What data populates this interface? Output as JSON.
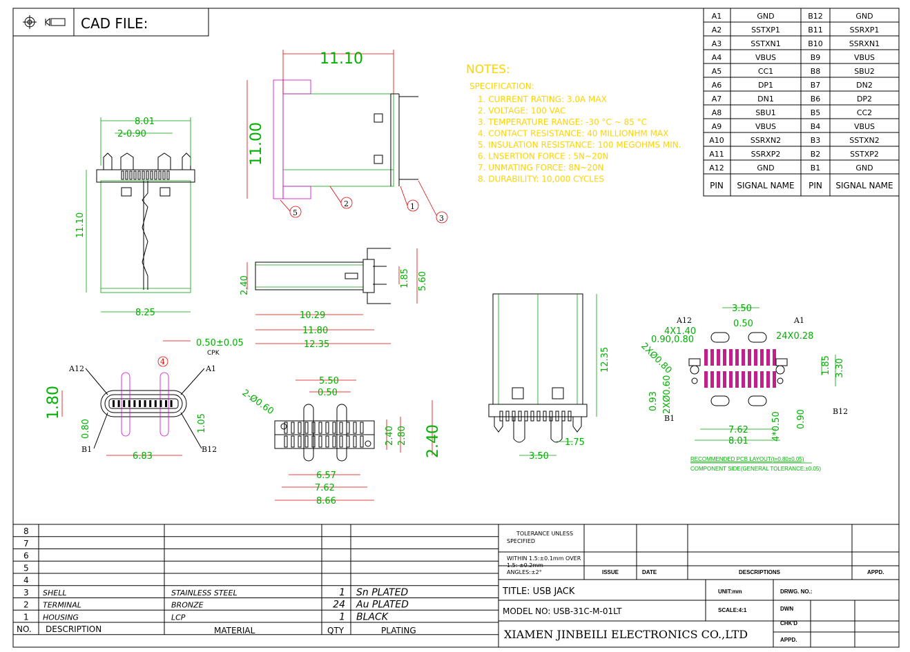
{
  "header": {
    "cad_label": "CAD FILE:",
    "icon_target": "crosshair-target-icon",
    "icon_projection": "projection-symbol-icon"
  },
  "notes": {
    "title": "NOTES:",
    "spec_heading": "SPECIFICATION:",
    "items": [
      "1. CURRENT RATING: 3.0A MAX",
      "2. VOLTAGE: 100 VAC",
      "3. TEMPERATURE RANGE: -30 °C ~ 85 °C",
      "4. CONTACT RESISTANCE: 40 MILLIONHM MAX",
      "5. INSULATION RESISTANCE: 100 MEGOHMS MIN.",
      "6. LNSERTION FORCE : 5N~20N",
      "7. UNMATING FORCE: 8N~20N",
      "8. DURABILITY:  10,000 CYCLES"
    ]
  },
  "pin_table": {
    "rows": [
      [
        "A1",
        "GND",
        "B12",
        "GND"
      ],
      [
        "A2",
        "SSTXP1",
        "B11",
        "SSRXP1"
      ],
      [
        "A3",
        "SSTXN1",
        "B10",
        "SSRXN1"
      ],
      [
        "A4",
        "VBUS",
        "B9",
        "VBUS"
      ],
      [
        "A5",
        "CC1",
        "B8",
        "SBU2"
      ],
      [
        "A6",
        "DP1",
        "B7",
        "DN2"
      ],
      [
        "A7",
        "DN1",
        "B6",
        "DP2"
      ],
      [
        "A8",
        "SBU1",
        "B5",
        "CC2"
      ],
      [
        "A9",
        "VBUS",
        "B4",
        "VBUS"
      ],
      [
        "A10",
        "SSRXN2",
        "B3",
        "SSTXN2"
      ],
      [
        "A11",
        "SSRXP2",
        "B2",
        "SSTXP2"
      ],
      [
        "A12",
        "GND",
        "B1",
        "GND"
      ]
    ],
    "header": [
      "PIN",
      "SIGNAL NAME",
      "PIN",
      "SIGNAL NAME"
    ]
  },
  "dims": {
    "v1_8_01": "8.01",
    "v1_2_090": "2-0.90",
    "v1_11_10": "11.10",
    "v1_8_25": "8.25",
    "v2_11_10": "11.10",
    "v2_11_00": "11.00",
    "v3_2_40": "2.40",
    "v3_1_85": "1.85",
    "v3_5_60": "5.60",
    "v3_10_29": "10.29",
    "v3_11_80": "11.80",
    "v3_12_35": "12.35",
    "v4_050": "0.50±0.05",
    "v4_cpk": "CPK",
    "v4_a12": "A12",
    "v4_a1": "A1",
    "v4_b1": "B1",
    "v4_b12": "B12",
    "v4_1_80": "1.80",
    "v4_080": "0.80",
    "v4_1_05": "1.05",
    "v4_6_83": "6.83",
    "v5_5_50": "5.50",
    "v5_050": "0.50",
    "v5_2060": "2-Ø0.60",
    "v5_2_40": "2.40",
    "v5_2_80": "2.80",
    "v5_2_40b": "2.40",
    "v5_6_57": "6.57",
    "v5_7_62": "7.62",
    "v5_8_66": "8.66",
    "v6_12_35": "12.35",
    "v6_1_75": "1.75",
    "v6_3_50": "3.50",
    "v7_3_50": "3.50",
    "v7_050": "0.50",
    "v7_a12": "A12",
    "v7_a1": "A1",
    "v7_4x140": "4X1.40",
    "v7_090_080": "0.90,0.80",
    "v7_24x": "24X0.28",
    "v7_2x080": "2XØ0.80",
    "v7_1_85": "1.85",
    "v7_3_30": "3.30",
    "v7_093": "0.93",
    "v7_2x060": "2XØ0.60",
    "v7_b1": "B1",
    "v7_b12": "B12",
    "v7_7_62": "7.62",
    "v7_8_01": "8.01",
    "v7_4x050": "4*0.50",
    "v7_090": "0.90"
  },
  "callouts": {
    "c1": "1",
    "c2": "2",
    "c3": "3",
    "c4": "4",
    "c5": "5"
  },
  "pcb_note": {
    "line1": "RECOMMENDED PCB LAYOUT(t=0.80±0.05)",
    "line2": "COMPONENT SIDE(GENERAL TOLERANCE:±0.05)"
  },
  "bom": {
    "rows": [
      {
        "no": "8",
        "desc": "",
        "mat": "",
        "qty": "",
        "plating": ""
      },
      {
        "no": "7",
        "desc": "",
        "mat": "",
        "qty": "",
        "plating": ""
      },
      {
        "no": "6",
        "desc": "",
        "mat": "",
        "qty": "",
        "plating": ""
      },
      {
        "no": "5",
        "desc": "",
        "mat": "",
        "qty": "",
        "plating": ""
      },
      {
        "no": "4",
        "desc": "",
        "mat": "",
        "qty": "",
        "plating": ""
      },
      {
        "no": "3",
        "desc": "SHELL",
        "mat": "STAINLESS STEEL",
        "qty": "1",
        "plating": "Sn PLATED"
      },
      {
        "no": "2",
        "desc": "TERMINAL",
        "mat": "BRONZE",
        "qty": "24",
        "plating": "Au PLATED"
      },
      {
        "no": "1",
        "desc": "HOUSING",
        "mat": "LCP",
        "qty": "1",
        "plating": "BLACK"
      }
    ],
    "header": {
      "no": "NO.",
      "desc": "DESCRIPTION",
      "mat": "MATERIAL",
      "qty": "QTY",
      "plating": "PLATING"
    }
  },
  "title_block": {
    "tol1": "TOLERANCE UNLESS",
    "tol2": "SPECIFIED",
    "tol3": "WITHIN 1.5:±0.1mm OVER",
    "tol4": "1.5:  ±0.2mm",
    "tol5": "ANGLES:±2°",
    "issue": "ISSUE",
    "date": "DATE",
    "descriptions": "DESCRIPTIONS",
    "appd": "APPD.",
    "title": "TITLE:  USB  JACK",
    "model": "MODEL NO: USB-31C-M-01LT",
    "unit": "UNIT:mm",
    "scale": "SCALE:4:1",
    "drwg_no": "DRWG. NO.:",
    "dwn": "DWN",
    "chkd": "CHK'D",
    "appd2": "APPD.",
    "company": "XIAMEN JINBEILI ELECTRONICS CO.,LTD"
  }
}
